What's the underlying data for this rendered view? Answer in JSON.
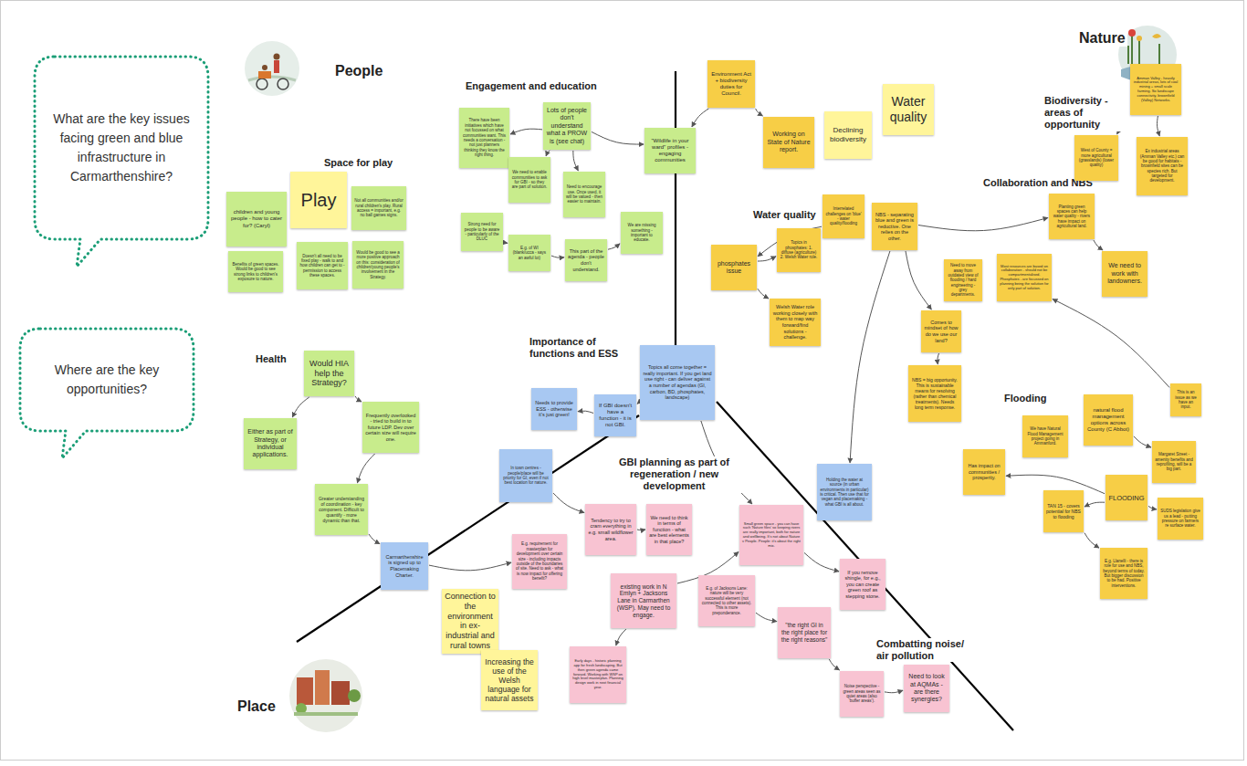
{
  "diagram": {
    "nodes": [
      {
        "text": [
          "What are the key issues facing green and blue infrastructure in Carmarthenshire?"
        ]
      },
      {
        "text": [
          "Where are the key opportunities?"
        ]
      },
      {
        "text": [
          "children and young people - how to cater for? (Caryl)"
        ]
      },
      {
        "text": [
          "Play"
        ]
      },
      {
        "text": [
          "Not all communities and/or rural children's play. Rural access = important, e.g. no ball games signs."
        ]
      },
      {
        "text": [
          "Benefits of green spaces. Would be good to see strong links to children's exposure to nature."
        ]
      },
      {
        "text": [
          "Doesn't all need to be fixed play - walk to and how children can get to - permission to access these spaces."
        ]
      },
      {
        "text": [
          "Would be good to see a more positive approach on this: consideration of children/young people's involvement in the Strategy."
        ]
      },
      {
        "text": [
          "Would HIA help the Strategy?"
        ]
      },
      {
        "text": [
          "Either as part of Strategy, or individual applications."
        ]
      },
      {
        "text": [
          "Frequently overlooked - tried to build in to future LDP. Dev over certain size will require one."
        ]
      },
      {
        "text": [
          "Greater understanding of coordination - key component. Difficult to quantify - more dynamic than that."
        ]
      },
      {
        "text": [
          "Carmarthenshire is signed up to Placemaking Charter."
        ]
      },
      {
        "text": [
          "There have been initiatives which have not focussed on what communities want. This needs a conversation - not just planners thinking they know the right thing."
        ]
      },
      {
        "text": [
          "Lots of people don't understand what a PROW is (see chat)"
        ]
      },
      {
        "text": [
          "We need to enable communities to ask for GBI - so they are part of solution."
        ]
      },
      {
        "text": [
          "Need to encourage use. Once used, it will be valued - then easier to maintain."
        ]
      },
      {
        "text": [
          "Strong need for people to be aware - particularly of the DLUC"
        ]
      },
      {
        "text": [
          "E.g. of WI (blank/ucca - says an awful lot)"
        ]
      },
      {
        "text": [
          "This part of the agenda - people don't understand."
        ]
      },
      {
        "text": [
          "We are missing something - important to educate."
        ]
      },
      {
        "text": [
          "\"Wildlife in your ward\" profiles - engaging communities"
        ]
      },
      {
        "text": [
          "Needs to provide ESS - otherwise it's just green!"
        ]
      },
      {
        "text": [
          "If GBI doesn't have a function - it is not GBI."
        ]
      },
      {
        "text": [
          "Topics all come together = really important. If you get land use right - can deliver against a number of agendas (GI, carbon, BD, phosphates, landscape)"
        ]
      },
      {
        "text": [
          "In town centres - people/place will be priority for GI, even if not best location for nature."
        ]
      },
      {
        "text": [
          "Environment Act + biodiversity duties for Council."
        ]
      },
      {
        "text": [
          "Working on State of Nature report."
        ]
      },
      {
        "text": [
          "Declining biodiversity"
        ]
      },
      {
        "text": [
          "Water quality"
        ]
      },
      {
        "text": [
          "phosphates issue"
        ]
      },
      {
        "text": [
          "Topics in phosphates: 1. diffuse (agriculture) 2. Welsh Water role."
        ]
      },
      {
        "text": [
          "Welsh Water role working closely with them to map way forward/find solutions - challenge."
        ]
      },
      {
        "text": [
          "Interrelated challenges on 'blue' - water quality/flooding"
        ]
      },
      {
        "text": [
          "NBS - separating blue and green is reductive. One relies on the other."
        ]
      },
      {
        "text": [
          "Planting green spaces can help water quality - rivers have impact on agricultural land."
        ]
      },
      {
        "text": [
          "We need to work with landowners."
        ]
      },
      {
        "text": [
          "Need to move away from outdated view of flooding / hard engineering - grey departments."
        ]
      },
      {
        "text": [
          "Most resources are based on collaboration - should not be compartmentalised. Phosphates - are focussed on planning being the solution for only part of solution."
        ]
      },
      {
        "text": [
          "Comes to mindset of how do we use our land?"
        ]
      },
      {
        "text": [
          "NBS = big opportunity. This is sustainable means for resolving (rather than chemical treatments). Needs long term response."
        ]
      },
      {
        "text": [
          "West of County = more agricultural (grasslands) (lower quality)"
        ]
      },
      {
        "text": [
          "Amman Valley - heavily industrial areas, lots of coal mining + small scale farming. So landscape connectivity, brownfield (Valley) Networks."
        ]
      },
      {
        "text": [
          "Ex industrial areas (Amman Valley etc.) can be good for habitats - brownfield sites can be species rich. But targeted for development."
        ]
      },
      {
        "text": [
          "We have Natural Flood Management project going in Ammanford."
        ]
      },
      {
        "text": [
          "natural flood management options across County (C Abbot)"
        ]
      },
      {
        "text": [
          "This is an issue as we have an input."
        ]
      },
      {
        "text": [
          "Margaret Street - amenity benefits and reprofiling, will be a big part."
        ]
      },
      {
        "text": [
          "Has impact on communities / prosperity."
        ]
      },
      {
        "text": [
          "FLOODING"
        ]
      },
      {
        "text": [
          "TAN 15 - covers potential for NBS to flooding"
        ]
      },
      {
        "text": [
          "SUDS legislation give us a lead - putting pressure on farmers re surface water."
        ]
      },
      {
        "text": [
          "E.g. Llanelli - there is role for use and NBS, beyond terms of today. But bigger discussion to be had. Positive interventions."
        ]
      },
      {
        "text": [
          "Holding the water at source (in urban environments in particular) is critical. Then use that for vegan and placemaking - what GBI is all about."
        ]
      },
      {
        "text": [
          "E.g. requirement for masterplan for development over certain size - including impacts outside of the boundaries of site. Need to ask - what is now impact for offering benefit?"
        ]
      },
      {
        "text": [
          "Tendency to try to cram everything in e.g. small wildflower area."
        ]
      },
      {
        "text": [
          "We need to think in terms of function - what are best elements in that place?"
        ]
      },
      {
        "text": [
          "existing work in N Emlyn + Jacksons Lane in Carmarthen (WSP). May need to engage."
        ]
      },
      {
        "text": [
          "Early days - historic planning app for fresh landscaping. But then green agenda came forward. Working with WSP on high level masterplan. Planning design work in next financial year."
        ]
      },
      {
        "text": [
          "Small green space - you can have such 'Nature files' so keeping rivers are really important, both for nature and wellbeing. It's not about Nature v People. People: it's about the right mix."
        ]
      },
      {
        "text": [
          "E.g. of Jacksons Lane: nature will be very successful element (not connected to other assets). This is more preponderance."
        ]
      },
      {
        "text": [
          "If you remove shingle, for e.g., you can create green roof as stepping stone."
        ]
      },
      {
        "text": [
          "\"the right GI in the right place for the right reasons\""
        ]
      },
      {
        "text": [
          "Noise perspective - green areas seen as quiet areas (also 'buffer areas')."
        ]
      },
      {
        "text": [
          "Need to look at AQMAs - are there synergies?"
        ]
      },
      {
        "text": [
          "Connection to the environment in ex-industrial and rural towns"
        ]
      },
      {
        "text": [
          "Increasing the use of the Welsh language for natural assets"
        ]
      }
    ],
    "edges": [
      {
        "from": 8,
        "to": 9,
        "arrow": "to"
      },
      {
        "from": 8,
        "to": 10,
        "arrow": "to"
      },
      {
        "from": 10,
        "to": 11,
        "arrow": "to"
      },
      {
        "from": 11,
        "to": 12,
        "arrow": "to"
      },
      {
        "from": 12,
        "to": 54,
        "arrow": "to"
      },
      {
        "from": 14,
        "to": 13,
        "arrow": "to"
      },
      {
        "from": 14,
        "to": 15,
        "arrow": "to"
      },
      {
        "from": 14,
        "to": 16,
        "arrow": "to"
      },
      {
        "from": 14,
        "to": 21,
        "arrow": "to"
      },
      {
        "from": 17,
        "to": 18,
        "arrow": "to"
      },
      {
        "from": 18,
        "to": 19,
        "arrow": "to"
      },
      {
        "from": 19,
        "to": 20,
        "arrow": "to"
      },
      {
        "from": 26,
        "to": 21,
        "arrow": "to"
      },
      {
        "from": 26,
        "to": 27,
        "arrow": "to"
      },
      {
        "from": 30,
        "to": 31,
        "arrow": "to"
      },
      {
        "from": 30,
        "to": 32,
        "arrow": "to"
      },
      {
        "from": 33,
        "to": 30,
        "arrow": "to"
      },
      {
        "from": 34,
        "to": 35,
        "arrow": "to"
      },
      {
        "from": 35,
        "to": 36,
        "arrow": "to"
      },
      {
        "from": 34,
        "to": 39,
        "arrow": "to"
      },
      {
        "from": 39,
        "to": 40,
        "arrow": "to"
      },
      {
        "from": 34,
        "to": 53,
        "arrow": "to"
      },
      {
        "from": 46,
        "to": 38,
        "arrow": "to"
      },
      {
        "from": 42,
        "to": 41,
        "arrow": "to"
      },
      {
        "from": 42,
        "to": 43,
        "arrow": "to"
      },
      {
        "from": 45,
        "to": 47,
        "arrow": "to"
      },
      {
        "from": 49,
        "to": 48,
        "arrow": "to"
      },
      {
        "from": 49,
        "to": 50,
        "arrow": "to"
      },
      {
        "from": 49,
        "to": 51,
        "arrow": "to"
      },
      {
        "from": 50,
        "to": 52,
        "arrow": "to"
      },
      {
        "from": 24,
        "to": 23,
        "arrow": "to"
      },
      {
        "from": 23,
        "to": 22,
        "arrow": "to"
      },
      {
        "from": 24,
        "to": 59,
        "arrow": "to"
      },
      {
        "from": 25,
        "to": 55,
        "arrow": "to"
      },
      {
        "from": 55,
        "to": 56,
        "arrow": "to"
      },
      {
        "from": 57,
        "to": 58,
        "arrow": "to"
      },
      {
        "from": 57,
        "to": 59,
        "arrow": "to"
      },
      {
        "from": 60,
        "to": 62,
        "arrow": "to"
      },
      {
        "from": 62,
        "to": 63,
        "arrow": "to"
      },
      {
        "from": 63,
        "to": 64,
        "arrow": "to"
      },
      {
        "from": 59,
        "to": 61,
        "arrow": "to"
      }
    ],
    "labels": [
      "People",
      "Nature",
      "Place",
      "Space for play",
      "Engagement and education",
      "Biodiversity - areas of opportunity",
      "Water quality",
      "Collaboration and NBS",
      "Flooding",
      "Importance of functions and ESS",
      "Health",
      "GBI planning as part of regeneration / new development",
      "Combatting noise/ air pollution"
    ]
  }
}
